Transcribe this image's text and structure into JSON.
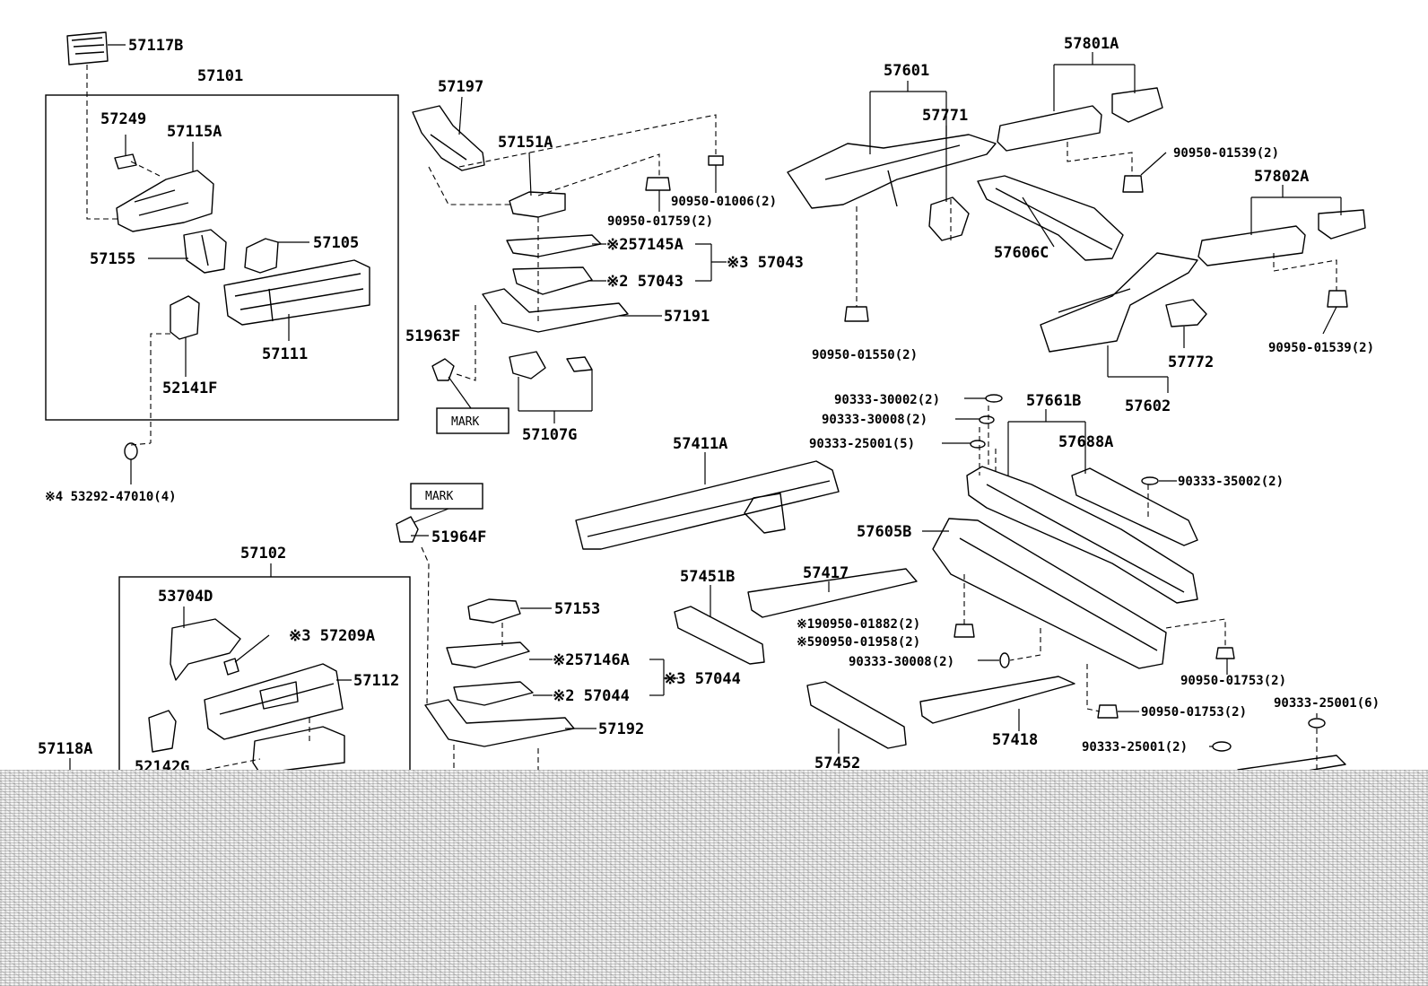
{
  "labels": {
    "l57117B": "57117B",
    "l57101": "57101",
    "l57249": "57249",
    "l57115A": "57115A",
    "l57155": "57155",
    "l57105": "57105",
    "l57111": "57111",
    "l52141F": "52141F",
    "l53292": "※4 53292-47010(4)",
    "l57197": "57197",
    "l57151A": "57151A",
    "l90950_01006": "90950-01006(2)",
    "l90950_01759": "90950-01759(2)",
    "l57145A": "※257145A",
    "l57043a": "※2 57043",
    "l57043b": "※3 57043",
    "l57191": "57191",
    "l51963F": "51963F",
    "mark1": "MARK",
    "l57107G": "57107G",
    "l57601": "57601",
    "l57771": "57771",
    "l57801A": "57801A",
    "l90950_01539a": "90950-01539(2)",
    "l57802A": "57802A",
    "l57606C": "57606C",
    "l90950_01550": "90950-01550(2)",
    "l57772": "57772",
    "l57602": "57602",
    "l90950_01539b": "90950-01539(2)",
    "l90333_30002": "90333-30002(2)",
    "l90333_30008a": "90333-30008(2)",
    "l90333_25001a": "90333-25001(5)",
    "l57661B": "57661B",
    "l57688A": "57688A",
    "l90333_35002": "90333-35002(2)",
    "l57411A": "57411A",
    "mark2": "MARK",
    "l51964F": "51964F",
    "l57605B": "57605B",
    "l57417": "57417",
    "l57102": "57102",
    "l53704D": "53704D",
    "l57209A": "※3 57209A",
    "l57112": "57112",
    "l57153": "57153",
    "l57146A": "※257146A",
    "l57044a": "※2 57044",
    "l57044b": "※3 57044",
    "l57192": "57192",
    "l57451B": "57451B",
    "l90950_01882": "※190950-01882(2)",
    "l90950_01958": "※590950-01958(2)",
    "l90333_30008b": "90333-30008(2)",
    "l90950_01753a": "90950-01753(2)",
    "l90333_25001b": "90333-25001(6)",
    "l90950_01753b": "90950-01753(2)",
    "l57418": "57418",
    "l90333_25001c": "90333-25001(2)",
    "l57118A": "57118A",
    "l52142G": "52142G",
    "l57452": "57452"
  }
}
